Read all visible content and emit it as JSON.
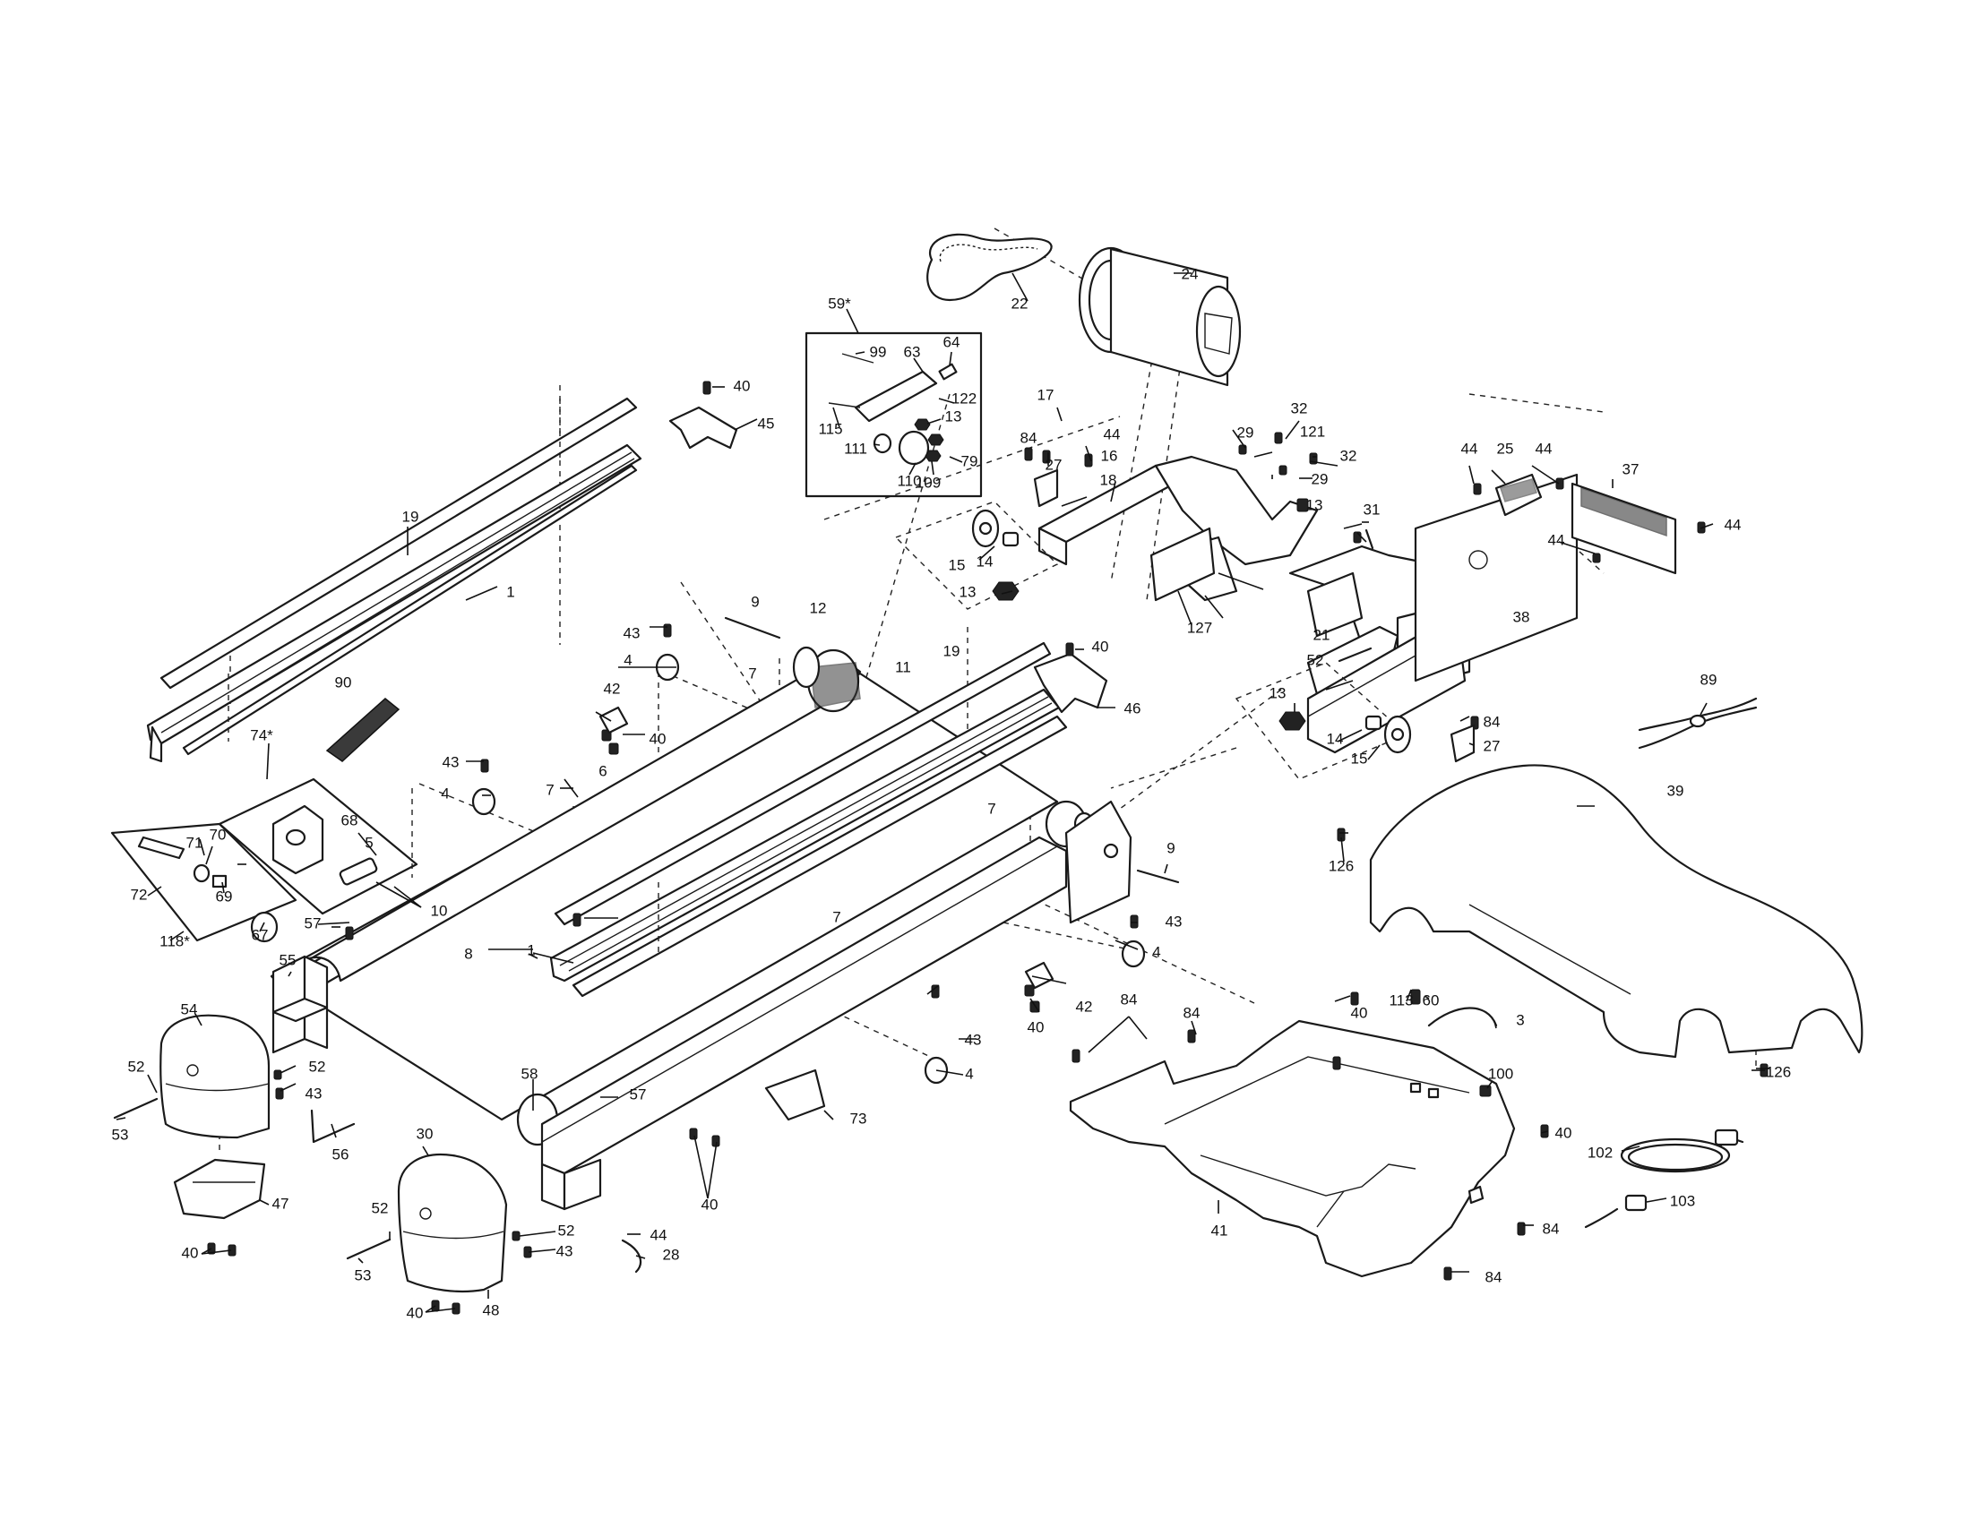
{
  "parts": [
    {
      "id": "p1a",
      "text": "1"
    },
    {
      "id": "p1b",
      "text": "1"
    },
    {
      "id": "p3",
      "text": "3"
    },
    {
      "id": "p4a",
      "text": "4"
    },
    {
      "id": "p4b",
      "text": "4"
    },
    {
      "id": "p4c",
      "text": "4"
    },
    {
      "id": "p4d",
      "text": "4"
    },
    {
      "id": "p5",
      "text": "5"
    },
    {
      "id": "p6",
      "text": "6"
    },
    {
      "id": "p7a",
      "text": "7"
    },
    {
      "id": "p7b",
      "text": "7"
    },
    {
      "id": "p7c",
      "text": "7"
    },
    {
      "id": "p7d",
      "text": "7"
    },
    {
      "id": "p8",
      "text": "8"
    },
    {
      "id": "p9a",
      "text": "9"
    },
    {
      "id": "p9b",
      "text": "9"
    },
    {
      "id": "p10",
      "text": "10"
    },
    {
      "id": "p11",
      "text": "11"
    },
    {
      "id": "p12",
      "text": "12"
    },
    {
      "id": "p13a",
      "text": "13"
    },
    {
      "id": "p13b",
      "text": "13"
    },
    {
      "id": "p13c",
      "text": "13"
    },
    {
      "id": "p13d",
      "text": "13"
    },
    {
      "id": "p14a",
      "text": "14"
    },
    {
      "id": "p14b",
      "text": "14"
    },
    {
      "id": "p15a",
      "text": "15"
    },
    {
      "id": "p15b",
      "text": "15"
    },
    {
      "id": "p16",
      "text": "16"
    },
    {
      "id": "p17",
      "text": "17"
    },
    {
      "id": "p18",
      "text": "18"
    },
    {
      "id": "p19a",
      "text": "19"
    },
    {
      "id": "p19b",
      "text": "19"
    },
    {
      "id": "p21",
      "text": "21"
    },
    {
      "id": "p22",
      "text": "22"
    },
    {
      "id": "p24",
      "text": "24"
    },
    {
      "id": "p25",
      "text": "25"
    },
    {
      "id": "p27a",
      "text": "27"
    },
    {
      "id": "p27b",
      "text": "27"
    },
    {
      "id": "p28",
      "text": "28"
    },
    {
      "id": "p29a",
      "text": "29"
    },
    {
      "id": "p29b",
      "text": "29"
    },
    {
      "id": "p30",
      "text": "30"
    },
    {
      "id": "p31",
      "text": "31"
    },
    {
      "id": "p32a",
      "text": "32"
    },
    {
      "id": "p32b",
      "text": "32"
    },
    {
      "id": "p37",
      "text": "37"
    },
    {
      "id": "p38",
      "text": "38"
    },
    {
      "id": "p39",
      "text": "39"
    },
    {
      "id": "p40a",
      "text": "40"
    },
    {
      "id": "p40b",
      "text": "40"
    },
    {
      "id": "p40c",
      "text": "40"
    },
    {
      "id": "p40d",
      "text": "40"
    },
    {
      "id": "p40e",
      "text": "40"
    },
    {
      "id": "p40f",
      "text": "40"
    },
    {
      "id": "p40g",
      "text": "40"
    },
    {
      "id": "p40h",
      "text": "40"
    },
    {
      "id": "p40i",
      "text": "40"
    },
    {
      "id": "p41",
      "text": "41"
    },
    {
      "id": "p42a",
      "text": "42"
    },
    {
      "id": "p42b",
      "text": "42"
    },
    {
      "id": "p43a",
      "text": "43"
    },
    {
      "id": "p43b",
      "text": "43"
    },
    {
      "id": "p43c",
      "text": "43"
    },
    {
      "id": "p43d",
      "text": "43"
    },
    {
      "id": "p43e",
      "text": "43"
    },
    {
      "id": "p43f",
      "text": "43"
    },
    {
      "id": "p44a",
      "text": "44"
    },
    {
      "id": "p44b",
      "text": "44"
    },
    {
      "id": "p44c",
      "text": "44"
    },
    {
      "id": "p44d",
      "text": "44"
    },
    {
      "id": "p44e",
      "text": "44"
    },
    {
      "id": "p44f",
      "text": "44"
    },
    {
      "id": "p45",
      "text": "45"
    },
    {
      "id": "p46",
      "text": "46"
    },
    {
      "id": "p47",
      "text": "47"
    },
    {
      "id": "p48",
      "text": "48"
    },
    {
      "id": "p52a",
      "text": "52"
    },
    {
      "id": "p52b",
      "text": "52"
    },
    {
      "id": "p52c",
      "text": "52"
    },
    {
      "id": "p52d",
      "text": "52"
    },
    {
      "id": "p52e",
      "text": "52"
    },
    {
      "id": "p53a",
      "text": "53"
    },
    {
      "id": "p53b",
      "text": "53"
    },
    {
      "id": "p54",
      "text": "54"
    },
    {
      "id": "p55",
      "text": "55"
    },
    {
      "id": "p56",
      "text": "56"
    },
    {
      "id": "p57a",
      "text": "57"
    },
    {
      "id": "p57b",
      "text": "57"
    },
    {
      "id": "p58",
      "text": "58"
    },
    {
      "id": "p59",
      "text": "59*"
    },
    {
      "id": "p60",
      "text": "60"
    },
    {
      "id": "p63",
      "text": "63"
    },
    {
      "id": "p64",
      "text": "64"
    },
    {
      "id": "p67",
      "text": "67"
    },
    {
      "id": "p68",
      "text": "68"
    },
    {
      "id": "p69",
      "text": "69"
    },
    {
      "id": "p70",
      "text": "70"
    },
    {
      "id": "p71",
      "text": "71"
    },
    {
      "id": "p72",
      "text": "72"
    },
    {
      "id": "p73",
      "text": "73"
    },
    {
      "id": "p74",
      "text": "74*"
    },
    {
      "id": "p79",
      "text": "79"
    },
    {
      "id": "p84a",
      "text": "84"
    },
    {
      "id": "p84b",
      "text": "84"
    },
    {
      "id": "p84c",
      "text": "84"
    },
    {
      "id": "p84d",
      "text": "84"
    },
    {
      "id": "p84e",
      "text": "84"
    },
    {
      "id": "p84f",
      "text": "84"
    },
    {
      "id": "p89",
      "text": "89"
    },
    {
      "id": "p90",
      "text": "90"
    },
    {
      "id": "p99",
      "text": "99"
    },
    {
      "id": "p100",
      "text": "100"
    },
    {
      "id": "p102",
      "text": "102"
    },
    {
      "id": "p103",
      "text": "103"
    },
    {
      "id": "p109",
      "text": "109"
    },
    {
      "id": "p110",
      "text": "110"
    },
    {
      "id": "p111",
      "text": "111"
    },
    {
      "id": "p113",
      "text": "113"
    },
    {
      "id": "p115",
      "text": "115"
    },
    {
      "id": "p118",
      "text": "118*"
    },
    {
      "id": "p121",
      "text": "121"
    },
    {
      "id": "p122",
      "text": "122"
    },
    {
      "id": "p126a",
      "text": "126"
    },
    {
      "id": "p126b",
      "text": "126"
    },
    {
      "id": "p127",
      "text": "127"
    }
  ]
}
